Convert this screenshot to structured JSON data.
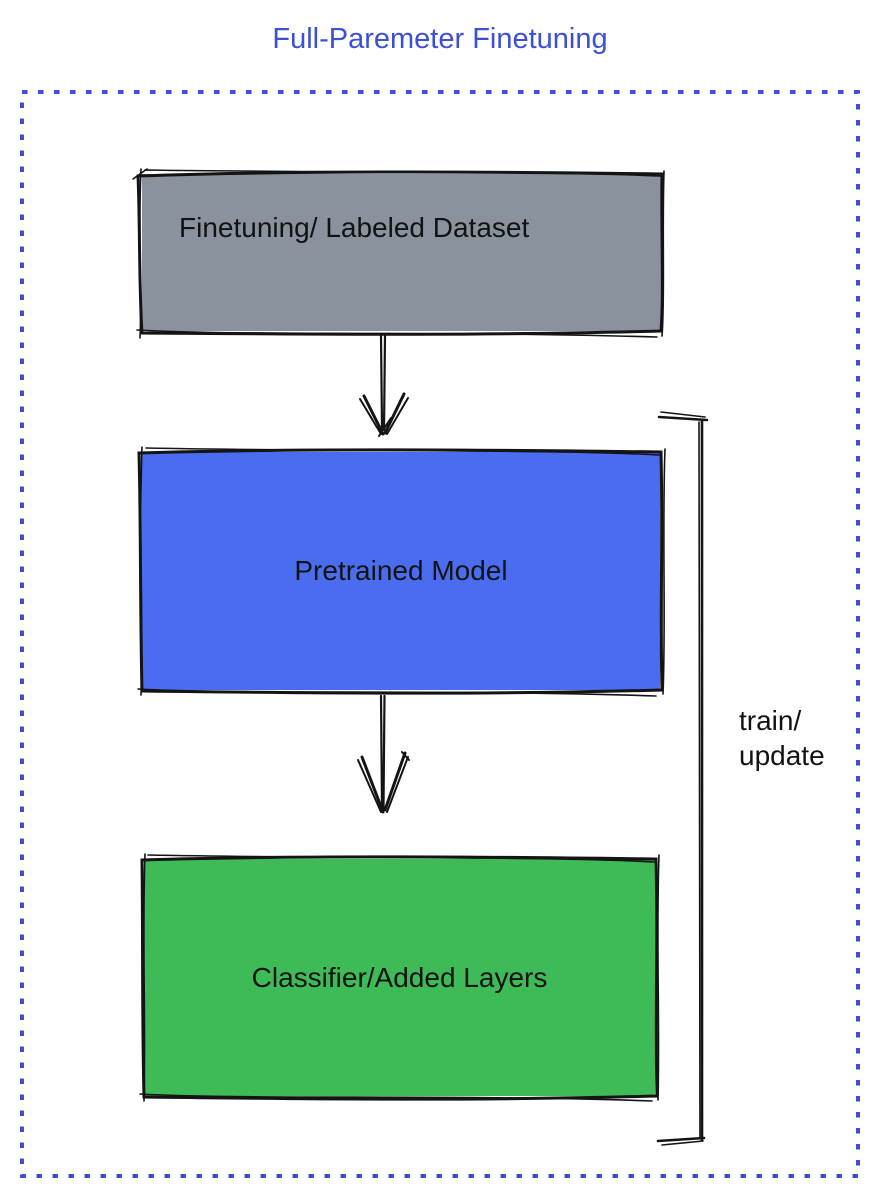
{
  "title": "Full-Paremeter Finetuning",
  "colors": {
    "accent_blue": "#3C4FD8",
    "box_gray": "#8A929D",
    "box_blue": "#4A6DEF",
    "box_green": "#3EBB57"
  },
  "boxes": [
    {
      "id": "dataset",
      "label": "Finetuning/ Labeled Dataset",
      "fill": "#8A929D"
    },
    {
      "id": "pretrained",
      "label": "Pretrained Model",
      "fill": "#4A6DEF"
    },
    {
      "id": "classifier",
      "label": "Classifier/Added Layers",
      "fill": "#3EBB57"
    }
  ],
  "bracket_label": {
    "line1": "train/",
    "line2": "update"
  }
}
